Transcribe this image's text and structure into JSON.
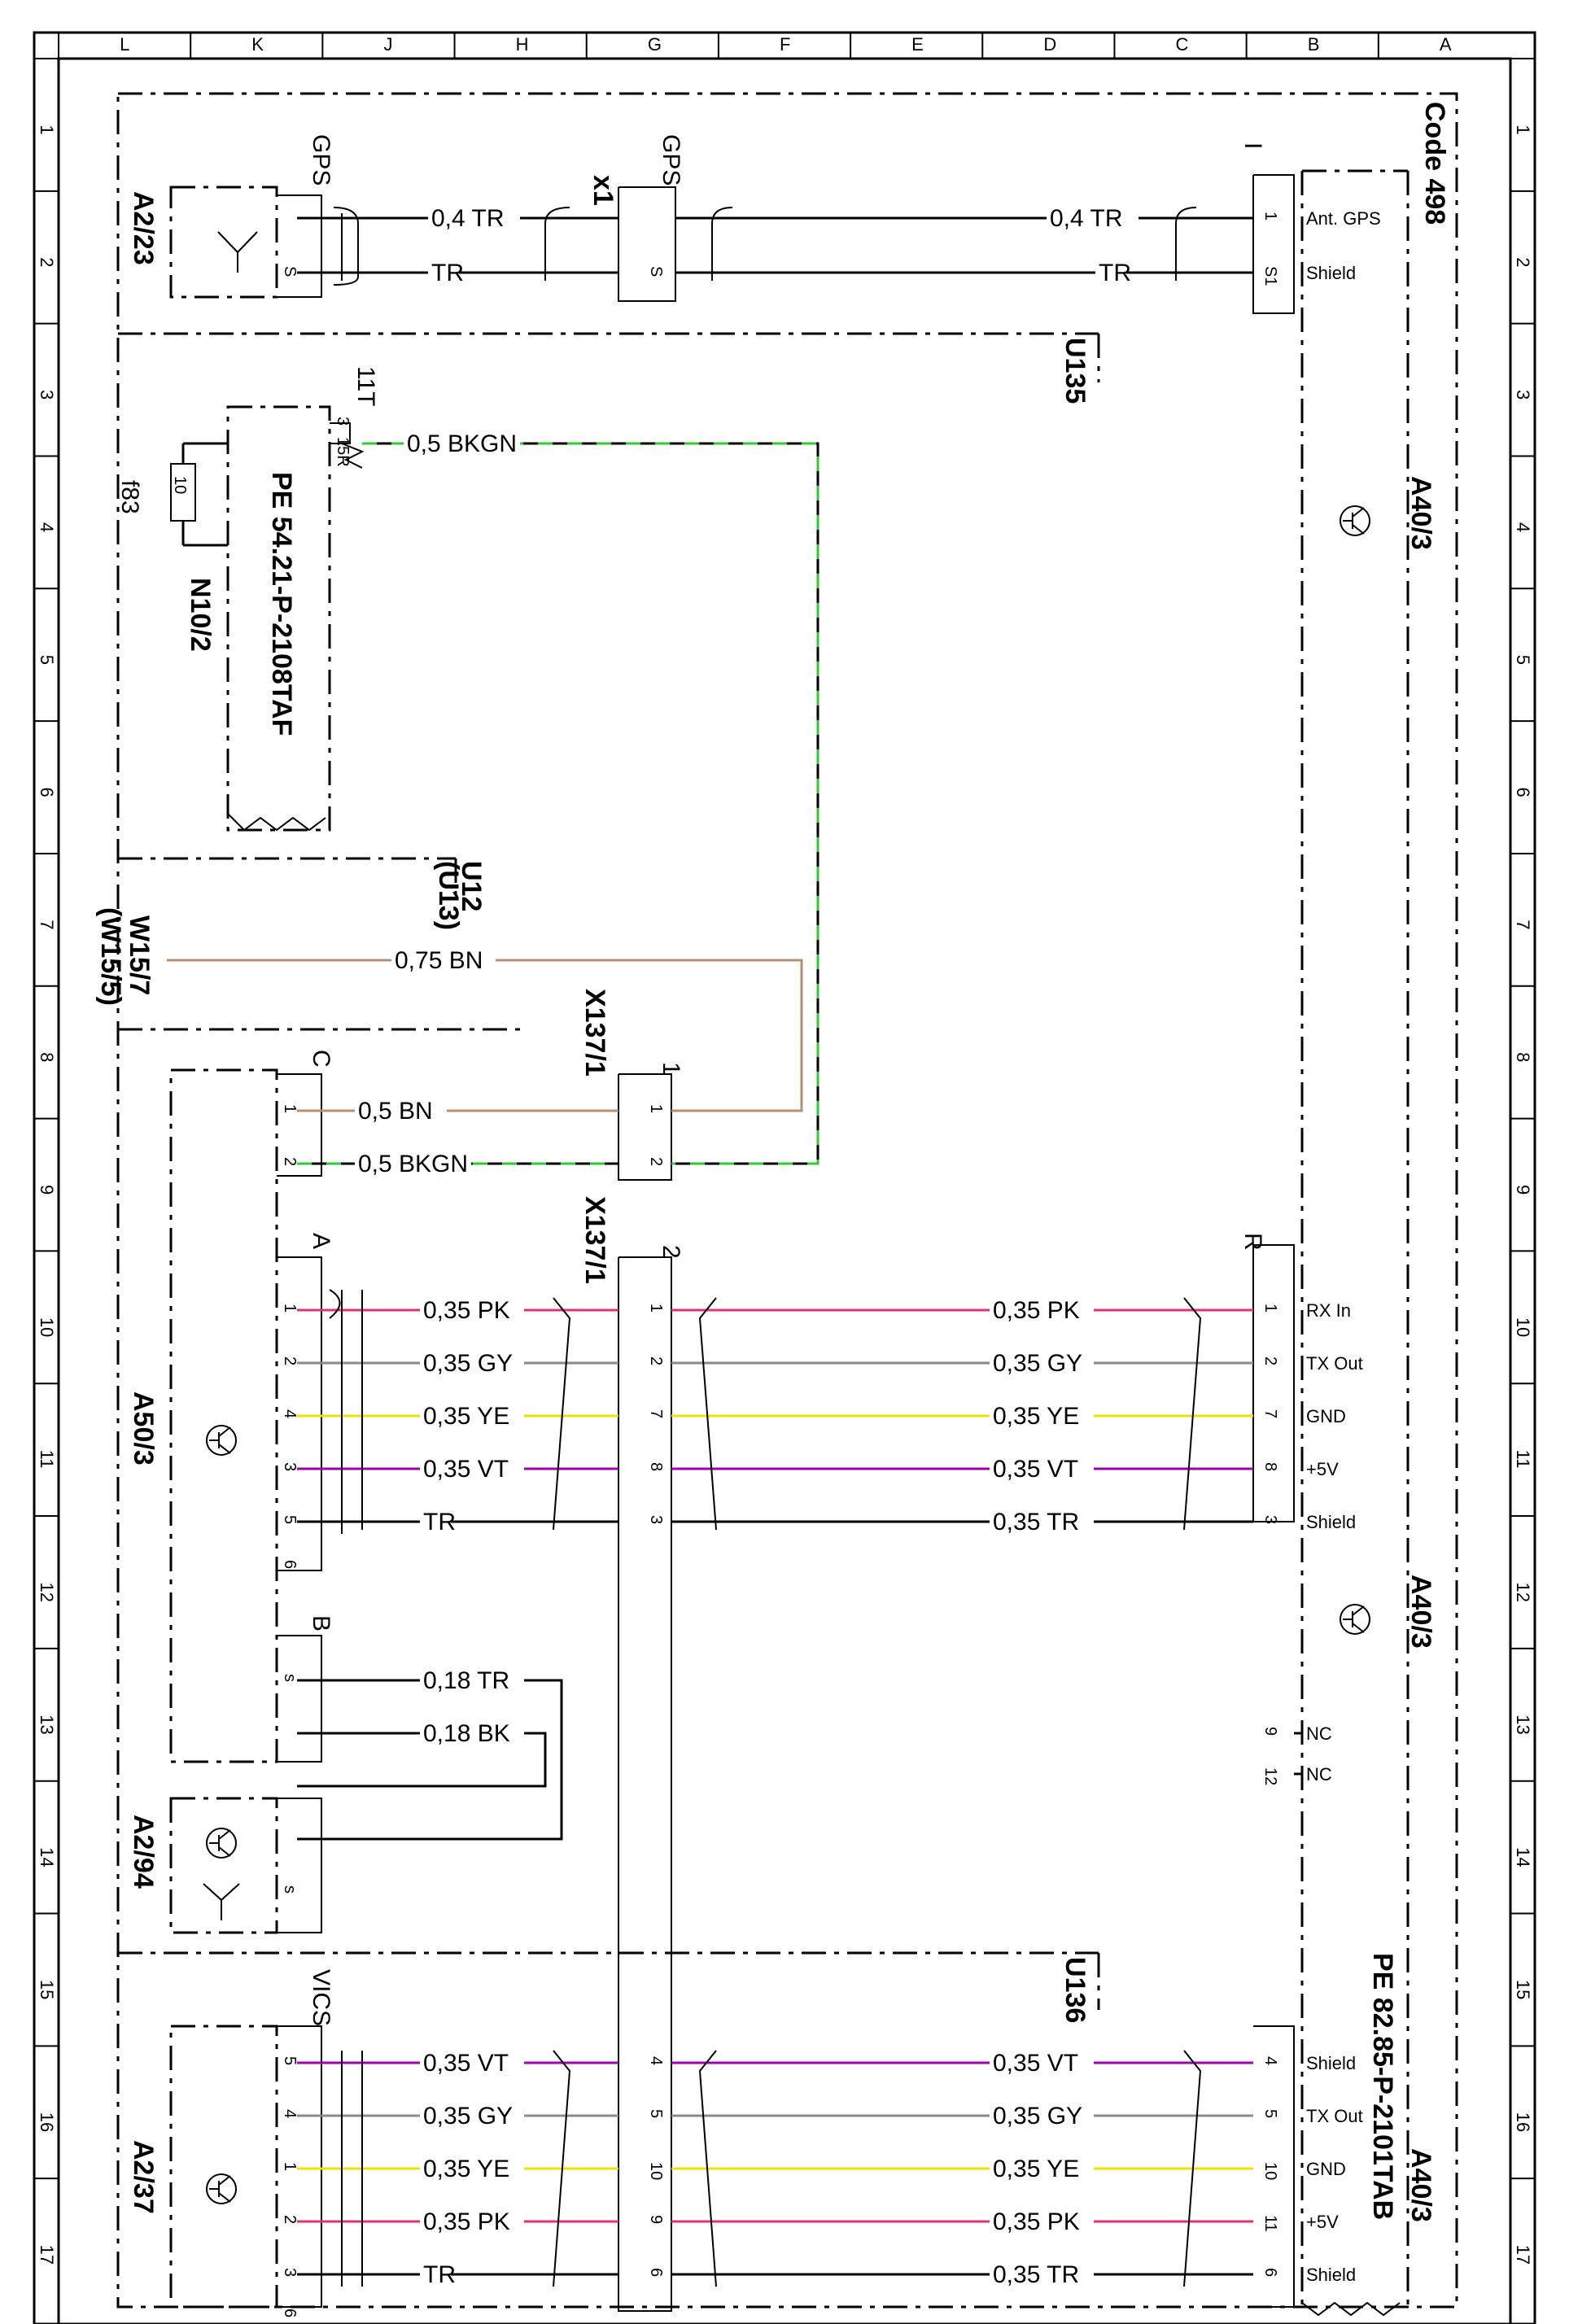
{
  "border": {
    "columns": [
      "L",
      "K",
      "J",
      "H",
      "G",
      "F",
      "E",
      "D",
      "C",
      "B",
      "A"
    ],
    "rows": [
      "1",
      "2",
      "3",
      "4",
      "5",
      "6",
      "7",
      "8",
      "9",
      "10",
      "11",
      "12",
      "13",
      "14",
      "15",
      "16",
      "17"
    ]
  },
  "code_label": "Code 498",
  "components": {
    "a2_23": "A2/23",
    "a40_3": "A40/3",
    "a50_3": "A50/3",
    "a2_94": "A2/94",
    "a2_37": "A2/37",
    "n10_2": "N10/2",
    "w15_7": "W15/7",
    "w15_5": "(W15/5)",
    "u12": "U12",
    "u13": "(U13)",
    "u135": "U135",
    "u136": "U136",
    "x1": "x1",
    "x137_1_top": "X137/1",
    "x137_1_mid": "X137/1",
    "f83": "f83",
    "f83_rating": "10",
    "t11": "11T"
  },
  "connectors": {
    "gps_left": "GPS",
    "gps_mid": "GPS",
    "i": "I",
    "c": "C",
    "a": "A",
    "b": "B",
    "r": "R",
    "vics": "VICS",
    "x137_plug1": "1",
    "x137_plug2": "2"
  },
  "notes": {
    "pe_54": "PE 54.21-P-2108TAF",
    "pe_82": "PE 82.85-P-2101TAB"
  },
  "signals_a40_top": [
    "Ant. GPS",
    "Shield"
  ],
  "signals_a40_mid": [
    "RX In",
    "TX Out",
    "GND",
    "+5V",
    "Shield"
  ],
  "signals_a40_nc": [
    "NC",
    "NC"
  ],
  "signals_a40_bottom": [
    "Shield",
    "TX Out",
    "GND",
    "+5V",
    "Shield"
  ],
  "wires": {
    "gps_left": [
      "0,4  TR",
      "TR"
    ],
    "gps_right": [
      "0,4  TR",
      "TR"
    ],
    "fuse_out": "0,5  BKGN",
    "w15": "0,75  BN",
    "c_left": [
      "0,5  BN",
      "0,5  BKGN"
    ],
    "a_left": [
      "0,35  PK",
      "0,35  GY",
      "0,35  YE",
      "0,35  VT",
      "TR"
    ],
    "a_right": [
      "0,35  PK",
      "0,35  GY",
      "0,35  YE",
      "0,35  VT",
      "0,35  TR"
    ],
    "b_left": [
      "0,18  TR",
      "0,18  BK"
    ],
    "v_left": [
      "0,35  VT",
      "0,35  GY",
      "0,35  YE",
      "0,35  PK",
      "TR"
    ],
    "v_right": [
      "0,35  VT",
      "0,35  GY",
      "0,35  YE",
      "0,35  PK",
      "0,35  TR"
    ]
  },
  "pins": {
    "gps_left": [
      "",
      "S"
    ],
    "x1": [
      "",
      "S"
    ],
    "a40_top": [
      "1",
      "S1"
    ],
    "fuse": [
      "15R",
      "3"
    ],
    "c": [
      "1",
      "2"
    ],
    "x137_top": [
      "1",
      "2"
    ],
    "a": [
      "1",
      "2",
      "4",
      "3",
      "5",
      "6"
    ],
    "x137_a": [
      "1",
      "2",
      "7",
      "8",
      "3"
    ],
    "r": [
      "1",
      "2",
      "7",
      "8",
      "3"
    ],
    "b": [
      "s",
      ""
    ],
    "a2_94": [
      "",
      "s"
    ],
    "nc": [
      "9",
      "12"
    ],
    "vics": [
      "5",
      "4",
      "1",
      "2",
      "3",
      "6"
    ],
    "x137_v": [
      "4",
      "5",
      "10",
      "9",
      "6"
    ],
    "r_v": [
      "4",
      "5",
      "10",
      "11",
      "6"
    ]
  },
  "colors": {
    "PK": "#e0307a",
    "GY": "#8a8a8a",
    "YE": "#f0e000",
    "VT": "#a000b0",
    "BN": "#b89070",
    "GN": "#2ecc2e",
    "BK": "#000000"
  }
}
